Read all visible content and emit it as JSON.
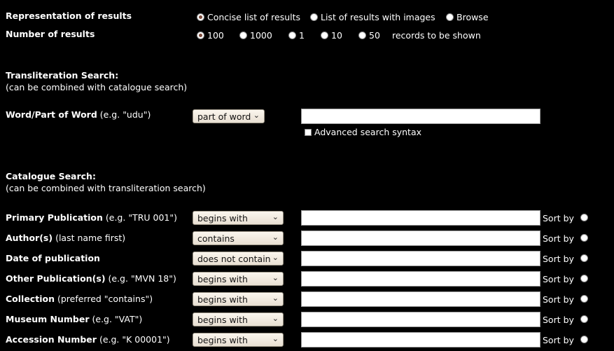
{
  "representation": {
    "label": "Representation of results",
    "options": [
      {
        "label": "Concise list of results",
        "checked": true
      },
      {
        "label": "List of results with images",
        "checked": false
      },
      {
        "label": "Browse",
        "checked": false
      }
    ]
  },
  "number_of_results": {
    "label": "Number of results",
    "options": [
      {
        "label": "100",
        "checked": true
      },
      {
        "label": "1000",
        "checked": false
      },
      {
        "label": "1",
        "checked": false
      },
      {
        "label": "10",
        "checked": false
      },
      {
        "label": "50",
        "checked": false
      }
    ],
    "suffix": "records to be shown"
  },
  "transliteration": {
    "heading": "Transliteration Search:",
    "note": "(can be combined with catalogue search)",
    "word_label": "Word/Part of Word",
    "word_hint": "(e.g. \"udu\")",
    "match_select": "part of word",
    "input_value": "",
    "advanced_label": "Advanced search syntax",
    "advanced_checked": false
  },
  "catalogue": {
    "heading": "Catalogue Search:",
    "note": "(can be combined with transliteration search)",
    "sort_label": "Sort by",
    "fields": [
      {
        "label": "Primary Publication",
        "hint": "(e.g. \"TRU 001\")",
        "operator": "begins with",
        "value": ""
      },
      {
        "label": "Author(s)",
        "hint": "(last name first)",
        "operator": "contains",
        "value": ""
      },
      {
        "label": "Date of publication",
        "hint": "",
        "operator": "does not contain",
        "value": ""
      },
      {
        "label": "Other Publication(s)",
        "hint": "(e.g. \"MVN 18\")",
        "operator": "begins with",
        "value": ""
      },
      {
        "label": "Collection",
        "hint": "(preferred \"contains\")",
        "operator": "begins with",
        "value": ""
      },
      {
        "label": "Museum Number",
        "hint": "(e.g. \"VAT\")",
        "operator": "begins with",
        "value": ""
      },
      {
        "label": "Accession Number",
        "hint": "(e.g. \"K 00001\")",
        "operator": "begins with",
        "value": ""
      }
    ]
  }
}
